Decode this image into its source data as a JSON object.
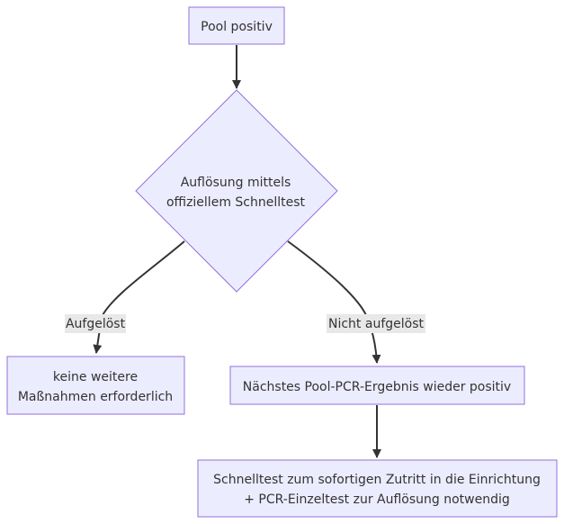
{
  "colors": {
    "node_fill": "#ECECFF",
    "node_stroke": "#9370DB",
    "edge": "#333333",
    "label_bg": "#E8E8E8",
    "text": "#333333"
  },
  "nodes": {
    "start": {
      "label": "Pool positiv"
    },
    "decision": {
      "line1": "Auflösung mittels",
      "line2": "offiziellem Schnelltest"
    },
    "resolved": {
      "line1": "keine weitere",
      "line2": "Maßnahmen erforderlich"
    },
    "next_result": {
      "label": "Nächstes Pool-PCR-Ergebnis wieder positiv"
    },
    "final": {
      "line1": "Schnelltest zum sofortigen Zutritt in die Einrichtung",
      "line2": "+ PCR-Einzeltest zur Auflösung notwendig"
    }
  },
  "edges": {
    "resolved_label": "Aufgelöst",
    "not_resolved_label": "Nicht aufgelöst"
  }
}
